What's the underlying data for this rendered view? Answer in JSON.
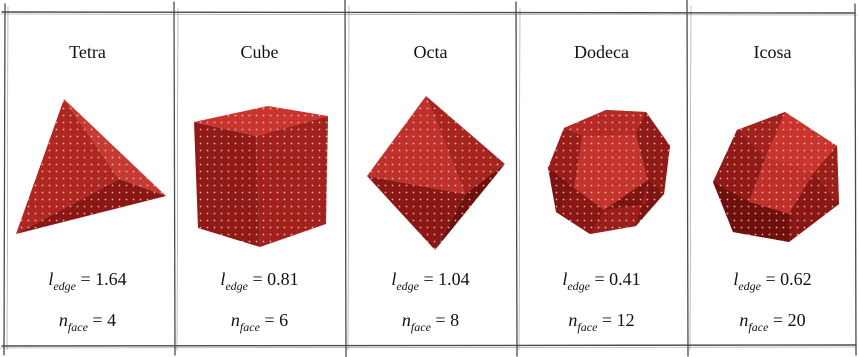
{
  "panels": [
    {
      "name": "Tetra",
      "l_edge": "1.64",
      "n_face": "4"
    },
    {
      "name": "Cube",
      "l_edge": "0.81",
      "n_face": "6"
    },
    {
      "name": "Octa",
      "l_edge": "1.04",
      "n_face": "8"
    },
    {
      "name": "Dodeca",
      "l_edge": "0.41",
      "n_face": "12"
    },
    {
      "name": "Icosa",
      "l_edge": "0.62",
      "n_face": "20"
    }
  ],
  "symbols": {
    "l": "l",
    "l_sub": "edge",
    "n": "n",
    "n_sub": "face",
    "eq": " = "
  },
  "colors": {
    "face_light": "#c0302a",
    "face_mid": "#a5221c",
    "face_dark": "#7d1411",
    "dots": "#f0d0cc",
    "frame": "#4a4a4a"
  }
}
